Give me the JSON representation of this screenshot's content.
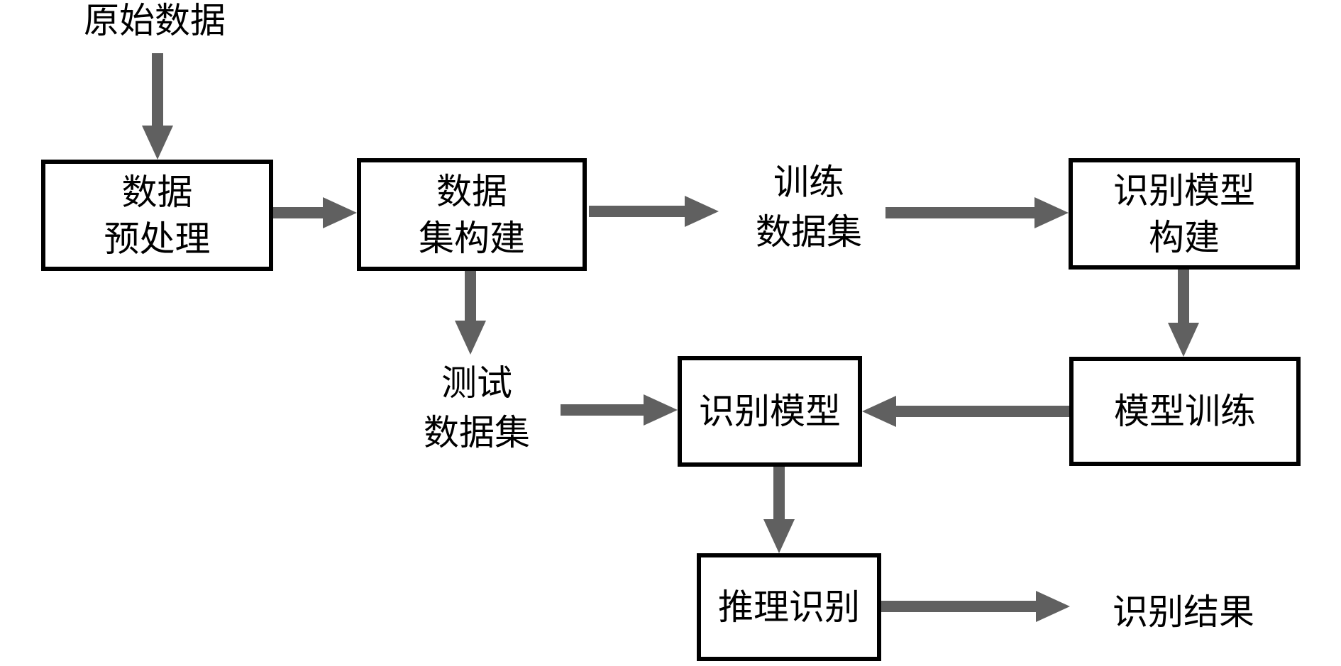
{
  "diagram": {
    "type": "flowchart",
    "language": "zh-CN",
    "colors": {
      "arrow": "#606060",
      "box_border": "#000000",
      "text": "#000000",
      "background": "#ffffff"
    },
    "nodes": [
      {
        "id": "raw-data",
        "label": "原始数据",
        "shape": "text"
      },
      {
        "id": "data-preprocess",
        "label": "数据\n预处理",
        "shape": "box"
      },
      {
        "id": "dataset-build",
        "label": "数据\n集构建",
        "shape": "box"
      },
      {
        "id": "train-dataset",
        "label": "训练\n数据集",
        "shape": "text"
      },
      {
        "id": "model-build",
        "label": "识别模型\n构建",
        "shape": "box"
      },
      {
        "id": "model-train",
        "label": "模型训练",
        "shape": "box"
      },
      {
        "id": "test-dataset",
        "label": "测试\n数据集",
        "shape": "text"
      },
      {
        "id": "recognition-model",
        "label": "识别模型",
        "shape": "box"
      },
      {
        "id": "inference",
        "label": "推理识别",
        "shape": "box"
      },
      {
        "id": "result",
        "label": "识别结果",
        "shape": "text"
      }
    ],
    "edges": [
      {
        "from": "raw-data",
        "to": "data-preprocess",
        "direction": "down"
      },
      {
        "from": "data-preprocess",
        "to": "dataset-build",
        "direction": "right"
      },
      {
        "from": "dataset-build",
        "to": "train-dataset",
        "direction": "right"
      },
      {
        "from": "train-dataset",
        "to": "model-build",
        "direction": "right"
      },
      {
        "from": "model-build",
        "to": "model-train",
        "direction": "down"
      },
      {
        "from": "model-train",
        "to": "recognition-model",
        "direction": "left"
      },
      {
        "from": "dataset-build",
        "to": "test-dataset",
        "direction": "down"
      },
      {
        "from": "test-dataset",
        "to": "recognition-model",
        "direction": "right"
      },
      {
        "from": "recognition-model",
        "to": "inference",
        "direction": "down"
      },
      {
        "from": "inference",
        "to": "result",
        "direction": "right"
      }
    ]
  }
}
